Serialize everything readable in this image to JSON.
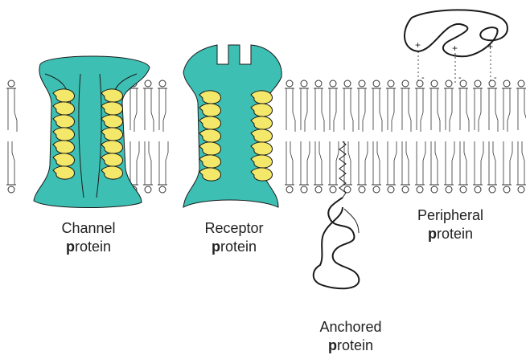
{
  "colors": {
    "protein_body": "#3dbfb3",
    "helix": "#f4e86a",
    "outline": "#1a1a1a",
    "lipid": "#333333",
    "background": "#ffffff"
  },
  "labels": {
    "channel": {
      "line1": "Channel",
      "line2_bold": "p",
      "line2_rest": "rotein"
    },
    "receptor": {
      "line1": "Receptor",
      "line2_bold": "p",
      "line2_rest": "rotein"
    },
    "peripheral": {
      "line1": "Peripheral",
      "line2_bold": "p",
      "line2_rest": "rotein"
    },
    "anchored": {
      "line1": "Anchored",
      "line2_bold": "p",
      "line2_rest": "rotein"
    }
  },
  "charges": {
    "peripheral_protein": [
      "+",
      "+",
      "+"
    ],
    "membrane_heads": [
      "-",
      "-",
      "-"
    ]
  }
}
